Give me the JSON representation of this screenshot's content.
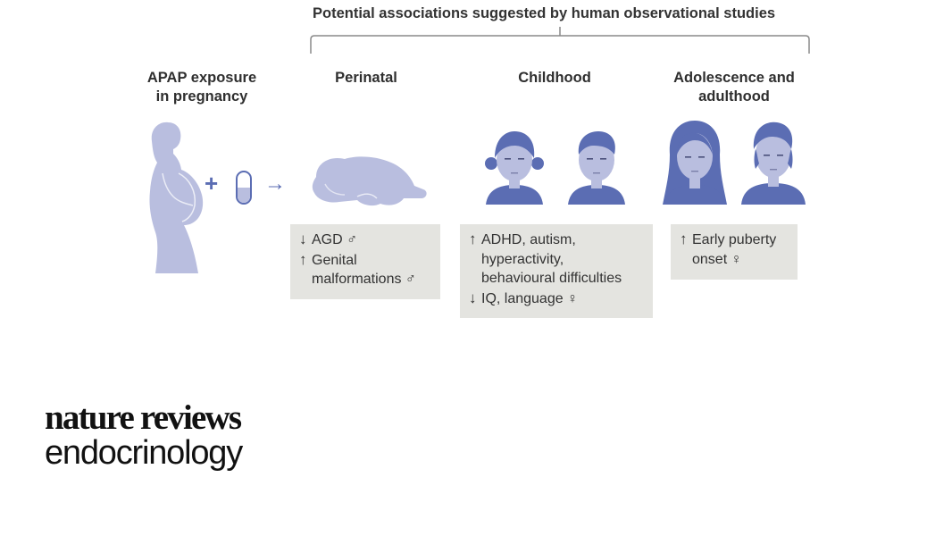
{
  "header": {
    "title": "Potential associations suggested by human observational studies"
  },
  "columns": {
    "exposure": {
      "line1": "APAP exposure",
      "line2": "in pregnancy"
    },
    "perinatal": {
      "label": "Perinatal"
    },
    "childhood": {
      "label": "Childhood"
    },
    "adolescence": {
      "line1": "Adolescence and",
      "line2": "adulthood"
    }
  },
  "symbols": {
    "plus": "+",
    "arrow": "→"
  },
  "boxes": {
    "perinatal": {
      "r1_arrow": "↓",
      "r1_text": "AGD ♂",
      "r2_arrow": "↑",
      "r2_text": "Genital",
      "r3_text": "malformations ♂"
    },
    "childhood": {
      "r1_arrow": "↑",
      "r1_text": "ADHD, autism,",
      "r2_text": "hyperactivity,",
      "r3_text": "behavioural difficulties",
      "r4_arrow": "↓",
      "r4_text": "IQ, language ♀"
    },
    "adolescence": {
      "r1_arrow": "↑",
      "r1_text": "Early puberty",
      "r2_text": "onset ♀"
    }
  },
  "logo": {
    "line1": "nature reviews",
    "line2": "endocrinology"
  },
  "colors": {
    "figure_light": "#b9bedf",
    "figure_dark": "#5b6db3",
    "box_bg": "#e4e4e0"
  }
}
